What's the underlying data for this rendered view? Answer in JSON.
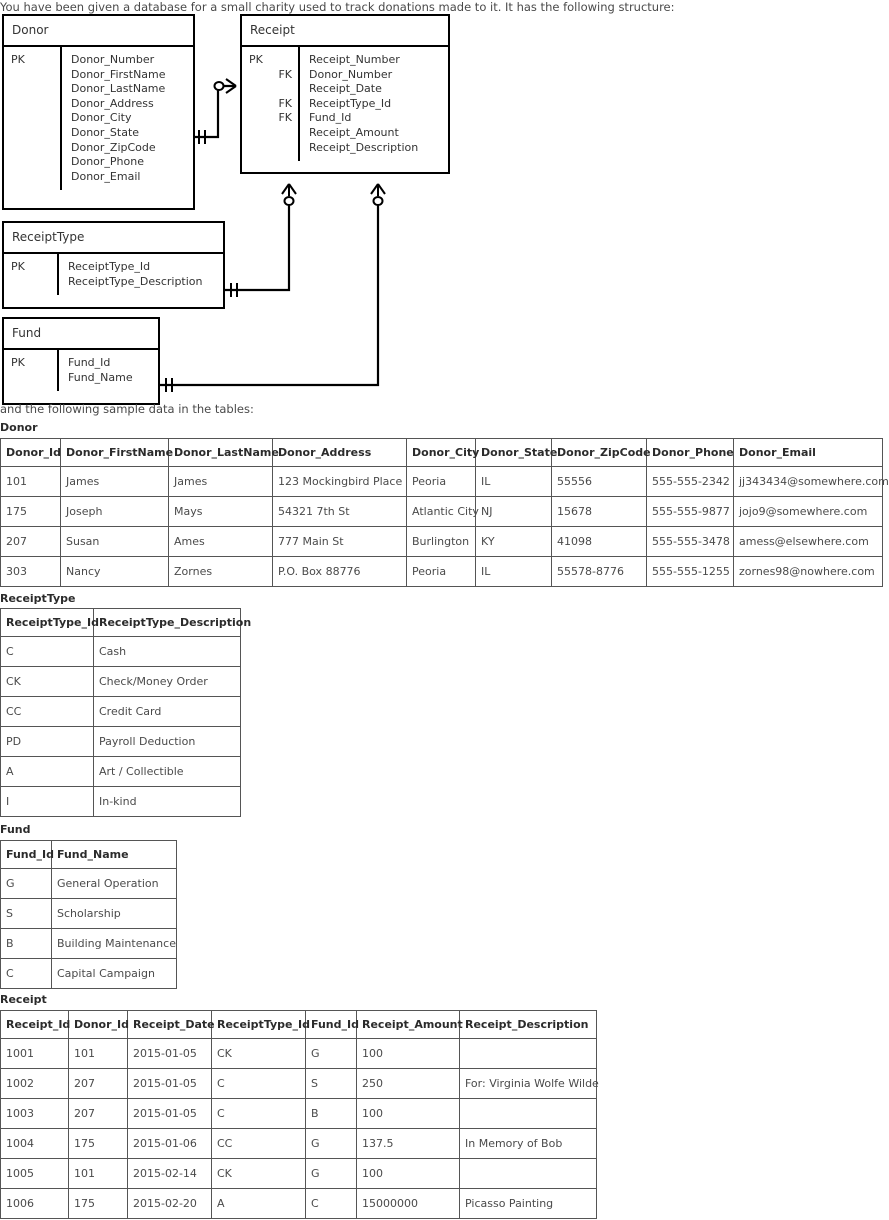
{
  "intro": {
    "text": "You have been given a database for a small charity used to track donations made to it. It has the following structure:",
    "sample_note": "and the following sample data in the tables:"
  },
  "er_diagram": {
    "entities": [
      {
        "name": "Donor",
        "keys": [
          "PK",
          "",
          "",
          "",
          "",
          "",
          "",
          "",
          ""
        ],
        "attributes": [
          "Donor_Number",
          "Donor_FirstName",
          "Donor_LastName",
          "Donor_Address",
          "Donor_City",
          "Donor_State",
          "Donor_ZipCode",
          "Donor_Phone",
          "Donor_Email"
        ]
      },
      {
        "name": "Receipt",
        "keys": [
          "PK",
          "FK",
          "",
          "FK",
          "FK",
          "",
          ""
        ],
        "attributes": [
          "Receipt_Number",
          "Donor_Number",
          "Receipt_Date",
          "ReceiptType_Id",
          "Fund_Id",
          "Receipt_Amount",
          "Receipt_Description"
        ]
      },
      {
        "name": "ReceiptType",
        "keys": [
          "PK",
          ""
        ],
        "attributes": [
          "ReceiptType_Id",
          "ReceiptType_Description"
        ]
      },
      {
        "name": "Fund",
        "keys": [
          "PK",
          ""
        ],
        "attributes": [
          "Fund_Id",
          "Fund_Name"
        ]
      }
    ],
    "relationships": [
      {
        "from": "Donor",
        "to": "Receipt",
        "from_card": "one-and-only-one",
        "to_card": "zero-or-many"
      },
      {
        "from": "ReceiptType",
        "to": "Receipt",
        "from_card": "one-and-only-one",
        "to_card": "zero-or-many"
      },
      {
        "from": "Fund",
        "to": "Receipt",
        "from_card": "one-and-only-one",
        "to_card": "zero-or-many"
      }
    ]
  },
  "tables": {
    "donor": {
      "label": "Donor",
      "columns": [
        "Donor_Id",
        "Donor_FirstName",
        "Donor_LastName",
        "Donor_Address",
        "Donor_City",
        "Donor_State",
        "Donor_ZipCode",
        "Donor_Phone",
        "Donor_Email"
      ],
      "rows": [
        [
          "101",
          "James",
          "James",
          "123 Mockingbird Place",
          "Peoria",
          "IL",
          "55556",
          "555-555-2342",
          "jj343434@somewhere.com"
        ],
        [
          "175",
          "Joseph",
          "Mays",
          "54321 7th St",
          "Atlantic City",
          "NJ",
          "15678",
          "555-555-9877",
          "jojo9@somewhere.com"
        ],
        [
          "207",
          "Susan",
          "Ames",
          "777 Main St",
          "Burlington",
          "KY",
          "41098",
          "555-555-3478",
          "amess@elsewhere.com"
        ],
        [
          "303",
          "Nancy",
          "Zornes",
          "P.O. Box 88776",
          "Peoria",
          "IL",
          "55578-8776",
          "555-555-1255",
          "zornes98@nowhere.com"
        ]
      ]
    },
    "receipttype": {
      "label": "ReceiptType",
      "columns": [
        "ReceiptType_Id",
        "ReceiptType_Description"
      ],
      "rows": [
        [
          "C",
          "Cash"
        ],
        [
          "CK",
          "Check/Money Order"
        ],
        [
          "CC",
          "Credit Card"
        ],
        [
          "PD",
          "Payroll Deduction"
        ],
        [
          "A",
          "Art / Collectible"
        ],
        [
          "I",
          "In-kind"
        ]
      ]
    },
    "fund": {
      "label": "Fund",
      "columns": [
        "Fund_Id",
        "Fund_Name"
      ],
      "rows": [
        [
          "G",
          "General Operation"
        ],
        [
          "S",
          "Scholarship"
        ],
        [
          "B",
          "Building Maintenance"
        ],
        [
          "C",
          "Capital Campaign"
        ]
      ]
    },
    "receipt": {
      "label": "Receipt",
      "columns": [
        "Receipt_Id",
        "Donor_Id",
        "Receipt_Date",
        "ReceiptType_Id",
        "Fund_Id",
        "Receipt_Amount",
        "Receipt_Description"
      ],
      "rows": [
        [
          "1001",
          "101",
          "2015-01-05",
          "CK",
          "G",
          "100",
          ""
        ],
        [
          "1002",
          "207",
          "2015-01-05",
          "C",
          "S",
          "250",
          "For: Virginia Wolfe Wilde"
        ],
        [
          "1003",
          "207",
          "2015-01-05",
          "C",
          "B",
          "100",
          ""
        ],
        [
          "1004",
          "175",
          "2015-01-06",
          "CC",
          "G",
          "137.5",
          "In Memory of Bob"
        ],
        [
          "1005",
          "101",
          "2015-02-14",
          "CK",
          "G",
          "100",
          ""
        ],
        [
          "1006",
          "175",
          "2015-02-20",
          "A",
          "C",
          "15000000",
          "Picasso Painting"
        ]
      ]
    }
  },
  "colors": {
    "text": "#4a4a4a",
    "heading": "#2b2b2b",
    "border": "#555555",
    "diagram_line": "#000000"
  }
}
